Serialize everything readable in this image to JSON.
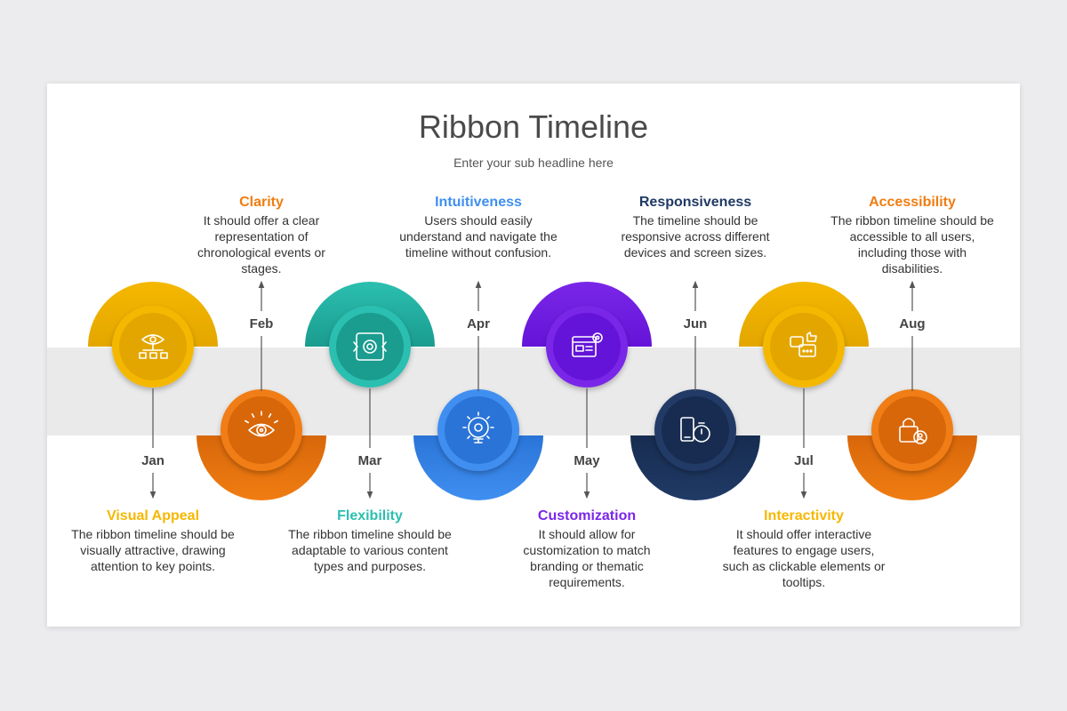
{
  "title": "Ribbon Timeline",
  "subtitle": "Enter your sub headline here",
  "items": [
    {
      "month": "Jan",
      "heading": "Visual Appeal",
      "body": "The ribbon timeline should be visually attractive, drawing attention to key points.",
      "color": "#f5b800",
      "dark": "#e3a600",
      "icon": "eye-flowchart-icon"
    },
    {
      "month": "Feb",
      "heading": "Clarity",
      "body": "It should offer a clear representation of chronological events or stages.",
      "color": "#f07d12",
      "dark": "#d8670a",
      "icon": "eye-icon"
    },
    {
      "month": "Mar",
      "heading": "Flexibility",
      "body": "The ribbon timeline should be adaptable to various content types and purposes.",
      "color": "#2bbfb0",
      "dark": "#1a9c8f",
      "icon": "adapt-gear-icon"
    },
    {
      "month": "Apr",
      "heading": "Intuitiveness",
      "body": "Users should easily understand and navigate the timeline without confusion.",
      "color": "#3f8ff0",
      "dark": "#2a74d8",
      "icon": "lightbulb-gear-icon"
    },
    {
      "month": "May",
      "heading": "Customization",
      "body": "It should allow for customization to match branding or thematic requirements.",
      "color": "#7a26e8",
      "dark": "#6414d8",
      "icon": "browser-settings-icon"
    },
    {
      "month": "Jun",
      "heading": "Responsiveness",
      "body": "The timeline should be responsive across different devices and screen sizes.",
      "color": "#203a66",
      "dark": "#172c50",
      "icon": "phone-stopwatch-icon"
    },
    {
      "month": "Jul",
      "heading": "Interactivity",
      "body": "It should offer interactive features to engage users, such as clickable elements or tooltips.",
      "color": "#f5b800",
      "dark": "#e3a600",
      "icon": "chat-like-icon"
    },
    {
      "month": "Aug",
      "heading": "Accessibility",
      "body": "The ribbon timeline should be accessible to all users, including those with disabilities.",
      "color": "#f07d12",
      "dark": "#d8670a",
      "icon": "lock-user-icon"
    }
  ]
}
